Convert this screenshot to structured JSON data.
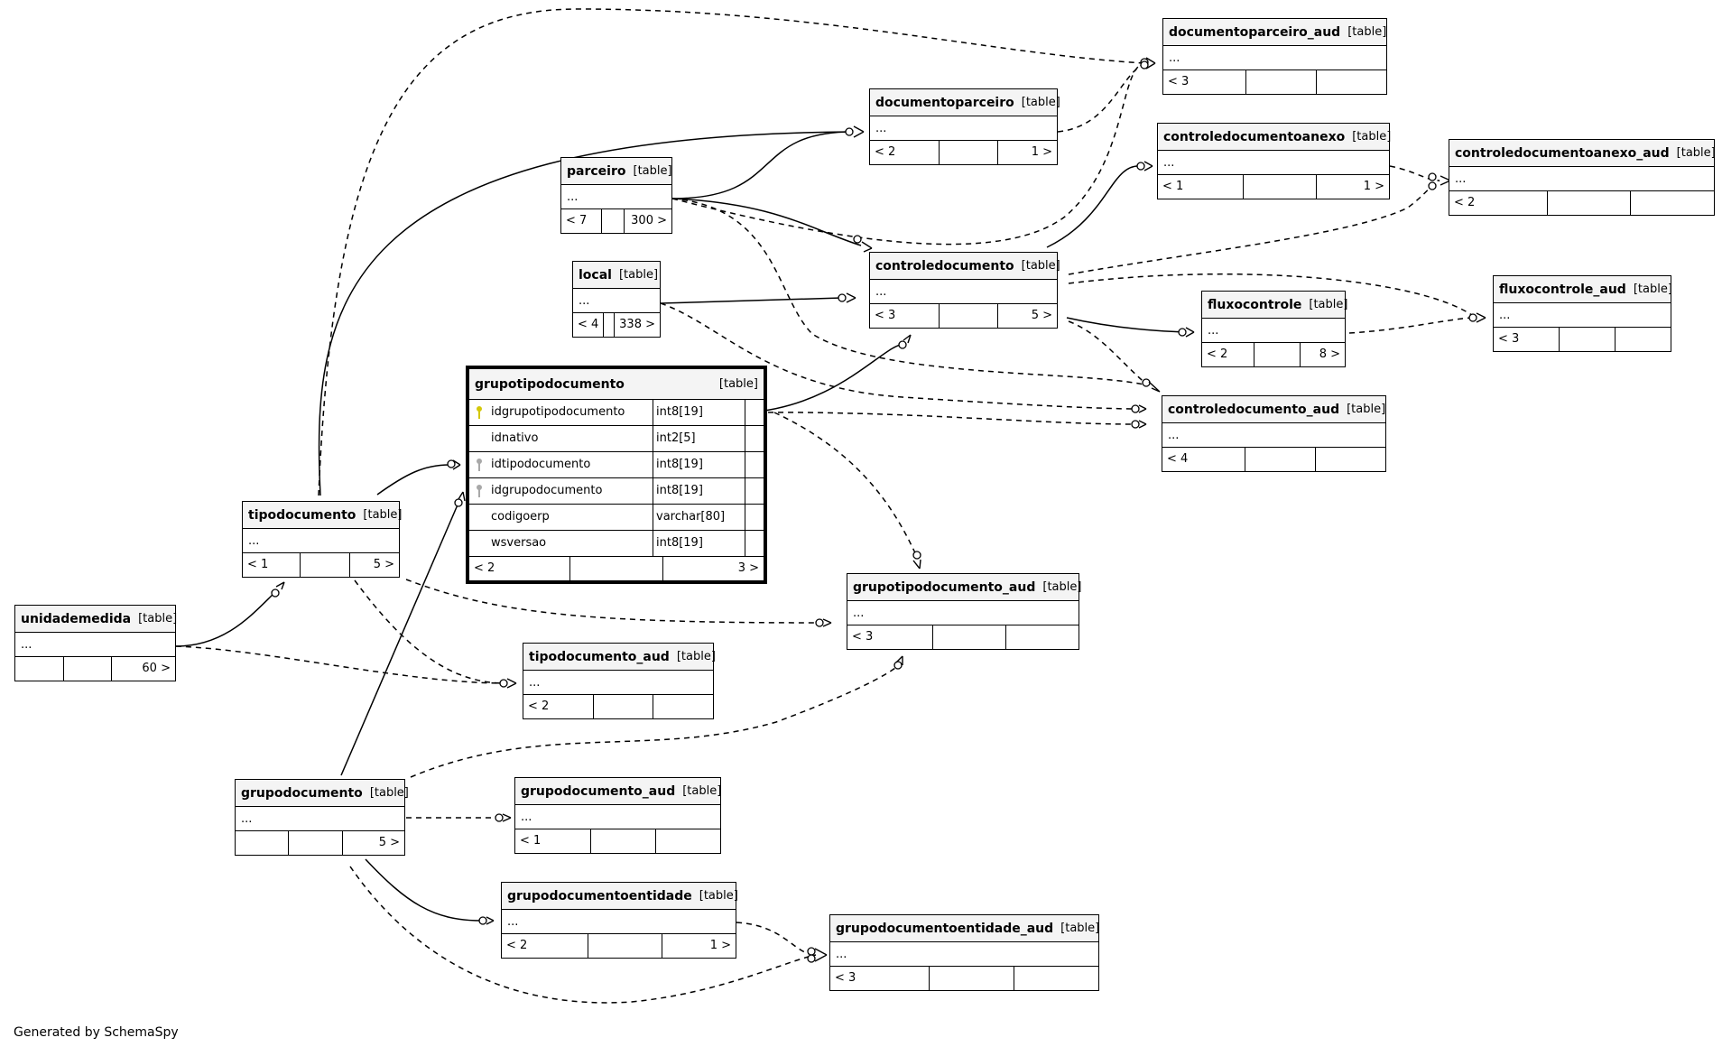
{
  "footer": "Generated by SchemaSpy",
  "tables": {
    "documentoparceiro_aud": {
      "name": "documentoparceiro_aud",
      "tag": "[table]",
      "body": "...",
      "foot": [
        "< 3",
        "",
        ""
      ]
    },
    "documentoparceiro": {
      "name": "documentoparceiro",
      "tag": "[table]",
      "body": "...",
      "foot": [
        "< 2",
        "",
        "1 >"
      ]
    },
    "controledocumentoanexo": {
      "name": "controledocumentoanexo",
      "tag": "[table]",
      "body": "...",
      "foot": [
        "< 1",
        "",
        "1 >"
      ]
    },
    "controledocumentoanexo_aud": {
      "name": "controledocumentoanexo_aud",
      "tag": "[table]",
      "body": "...",
      "foot": [
        "< 2",
        "",
        ""
      ]
    },
    "parceiro": {
      "name": "parceiro",
      "tag": "[table]",
      "body": "...",
      "foot": [
        "< 7",
        "",
        "300 >"
      ]
    },
    "local": {
      "name": "local",
      "tag": "[table]",
      "body": "...",
      "foot": [
        "< 4",
        "",
        "338 >"
      ]
    },
    "controledocumento": {
      "name": "controledocumento",
      "tag": "[table]",
      "body": "...",
      "foot": [
        "< 3",
        "",
        "5 >"
      ]
    },
    "fluxocontrole": {
      "name": "fluxocontrole",
      "tag": "[table]",
      "body": "...",
      "foot": [
        "< 2",
        "",
        "8 >"
      ]
    },
    "fluxocontrole_aud": {
      "name": "fluxocontrole_aud",
      "tag": "[table]",
      "body": "...",
      "foot": [
        "< 3",
        "",
        ""
      ]
    },
    "controledocumento_aud": {
      "name": "controledocumento_aud",
      "tag": "[table]",
      "body": "...",
      "foot": [
        "< 4",
        "",
        ""
      ]
    },
    "grupotipodocumento_aud": {
      "name": "grupotipodocumento_aud",
      "tag": "[table]",
      "body": "...",
      "foot": [
        "< 3",
        "",
        ""
      ]
    },
    "tipodocumento": {
      "name": "tipodocumento",
      "tag": "[table]",
      "body": "...",
      "foot": [
        "< 1",
        "",
        "5 >"
      ]
    },
    "unidademedida": {
      "name": "unidademedida",
      "tag": "[table]",
      "body": "...",
      "foot": [
        "",
        "",
        "60 >"
      ]
    },
    "tipodocumento_aud": {
      "name": "tipodocumento_aud",
      "tag": "[table]",
      "body": "...",
      "foot": [
        "< 2",
        "",
        ""
      ]
    },
    "grupodocumento": {
      "name": "grupodocumento",
      "tag": "[table]",
      "body": "...",
      "foot": [
        "",
        "",
        "5 >"
      ]
    },
    "grupodocumento_aud": {
      "name": "grupodocumento_aud",
      "tag": "[table]",
      "body": "...",
      "foot": [
        "< 1",
        "",
        ""
      ]
    },
    "grupodocumentoentidade": {
      "name": "grupodocumentoentidade",
      "tag": "[table]",
      "body": "...",
      "foot": [
        "< 2",
        "",
        "1 >"
      ]
    },
    "grupodocumentoentidade_aud": {
      "name": "grupodocumentoentidade_aud",
      "tag": "[table]",
      "body": "...",
      "foot": [
        "< 3",
        "",
        ""
      ]
    }
  },
  "focus": {
    "name": "grupotipodocumento",
    "tag": "[table]",
    "columns": [
      {
        "name": "idgrupotipodocumento",
        "type": "int8[19]",
        "key": "primary"
      },
      {
        "name": "idnativo",
        "type": "int2[5]",
        "key": "none"
      },
      {
        "name": "idtipodocumento",
        "type": "int8[19]",
        "key": "foreign"
      },
      {
        "name": "idgrupodocumento",
        "type": "int8[19]",
        "key": "foreign"
      },
      {
        "name": "codigoerp",
        "type": "varchar[80]",
        "key": "none"
      },
      {
        "name": "wsversao",
        "type": "int8[19]",
        "key": "none"
      }
    ],
    "foot": [
      "< 2",
      "",
      "3 >"
    ]
  },
  "key_colors": {
    "primary": "#d4c80a",
    "foreign": "#a8a8a8"
  }
}
